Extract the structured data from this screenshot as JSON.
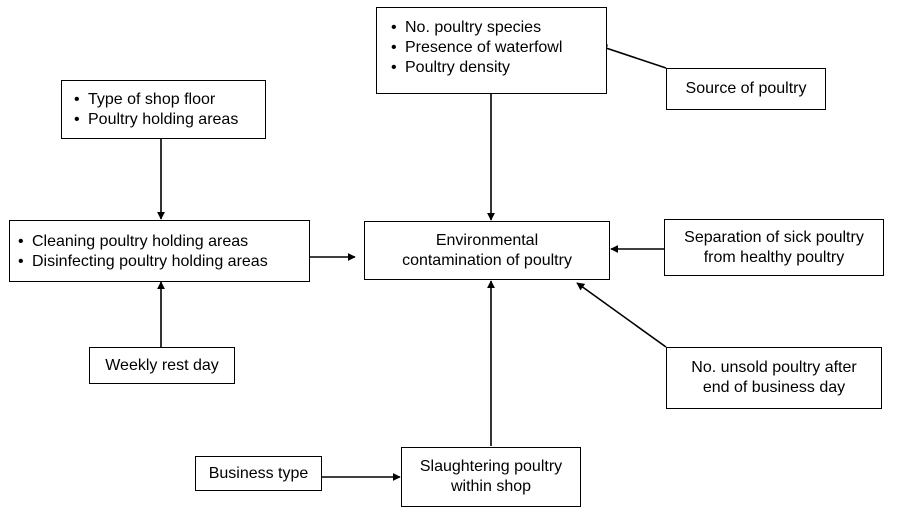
{
  "diagram": {
    "nodes": {
      "poultry_species_box": {
        "items": [
          "No. poultry species",
          "Presence of waterfowl",
          "Poultry density"
        ]
      },
      "source_of_poultry": {
        "label": "Source of poultry"
      },
      "shop_floor_box": {
        "items": [
          "Type of shop floor",
          "Poultry holding areas"
        ]
      },
      "cleaning_box": {
        "items": [
          "Cleaning poultry holding areas",
          "Disinfecting poultry holding areas"
        ]
      },
      "environmental_contamination": {
        "line1": "Environmental",
        "line2": "contamination of poultry"
      },
      "separation_sick": {
        "line1": "Separation of sick poultry",
        "line2": "from healthy poultry"
      },
      "weekly_rest_day": {
        "label": "Weekly rest day"
      },
      "unsold_poultry": {
        "line1": "No. unsold poultry after",
        "line2": "end of business day"
      },
      "business_type": {
        "label": "Business type"
      },
      "slaughtering": {
        "line1": "Slaughtering poultry",
        "line2": "within shop"
      }
    }
  }
}
